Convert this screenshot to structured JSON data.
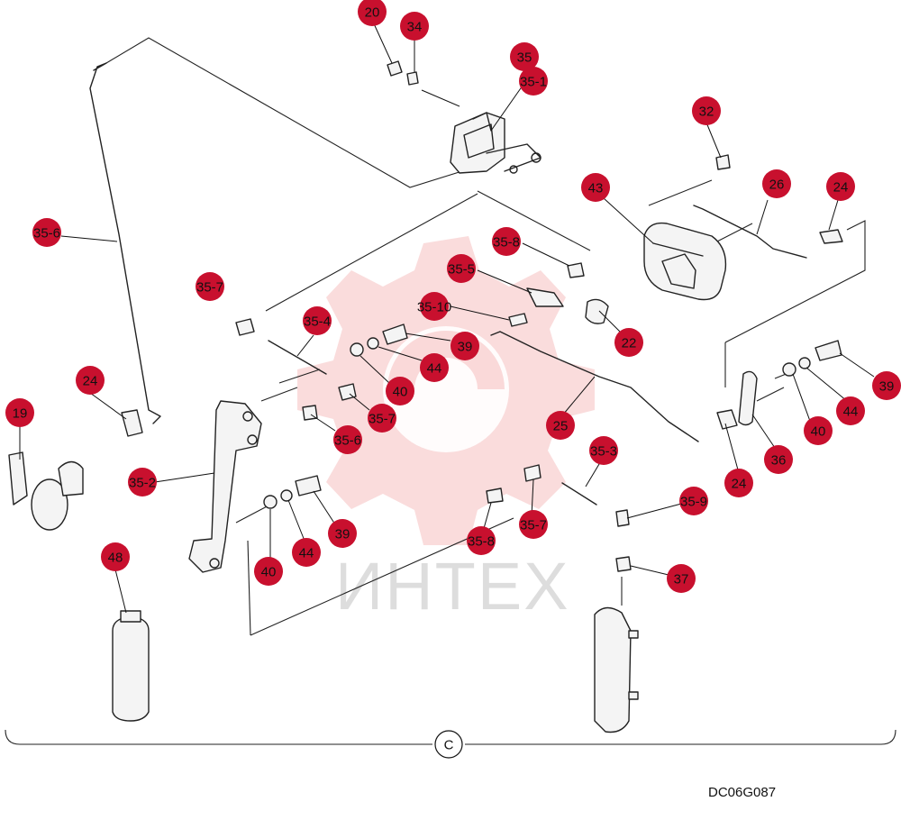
{
  "watermark": "ИНТЕХ",
  "drawing_code": "DC06G087",
  "group_label": "C",
  "callouts": [
    "20",
    "34",
    "35",
    "35-1",
    "32",
    "43",
    "26",
    "24",
    "35-6",
    "35-8",
    "35-5",
    "35-10",
    "22",
    "35-7",
    "35-4",
    "39",
    "44",
    "40",
    "35-7",
    "35-6",
    "25",
    "24",
    "40",
    "36",
    "44",
    "39",
    "19",
    "35-2",
    "35-3",
    "35-7",
    "35-9",
    "39",
    "44",
    "40",
    "35-8",
    "48",
    "37",
    "24"
  ]
}
